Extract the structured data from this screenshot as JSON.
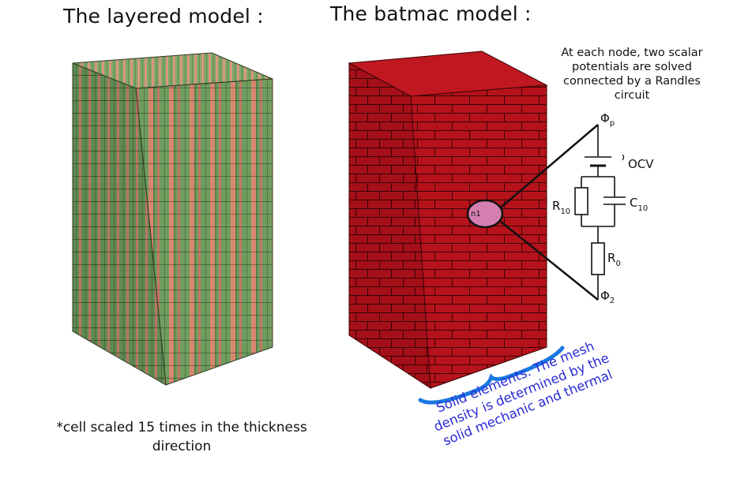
{
  "titles": {
    "layered": "The layered model :",
    "batmac": "The batmac model :"
  },
  "node_note": [
    "At each node, two scalar",
    "potentials are solved",
    "connected by a Randles",
    "circuit"
  ],
  "footnote": [
    "*cell scaled 15 times in the thickness",
    "direction"
  ],
  "solid_note": [
    "Solid elements. The mesh",
    "density is determined by the",
    "solid mechanic and thermal"
  ],
  "node_label": "n1",
  "circuit": {
    "phi_p": "Φ",
    "phi_p_sub": "p",
    "ocv": "OCV",
    "r10": "R",
    "r10_sub": "10",
    "c10": "C",
    "c10_sub": "10",
    "r0": "R",
    "r0_sub": "0",
    "phi_2": "Φ",
    "phi_2_sub": "2"
  },
  "colors": {
    "layer_green": "#6f9d5f",
    "layer_salmon": "#d98870",
    "batmac_red": "#b5121b",
    "node_fill": "#d47fb0",
    "brace_blue": "#1a78e0",
    "text_blue": "#2a2ad8"
  }
}
